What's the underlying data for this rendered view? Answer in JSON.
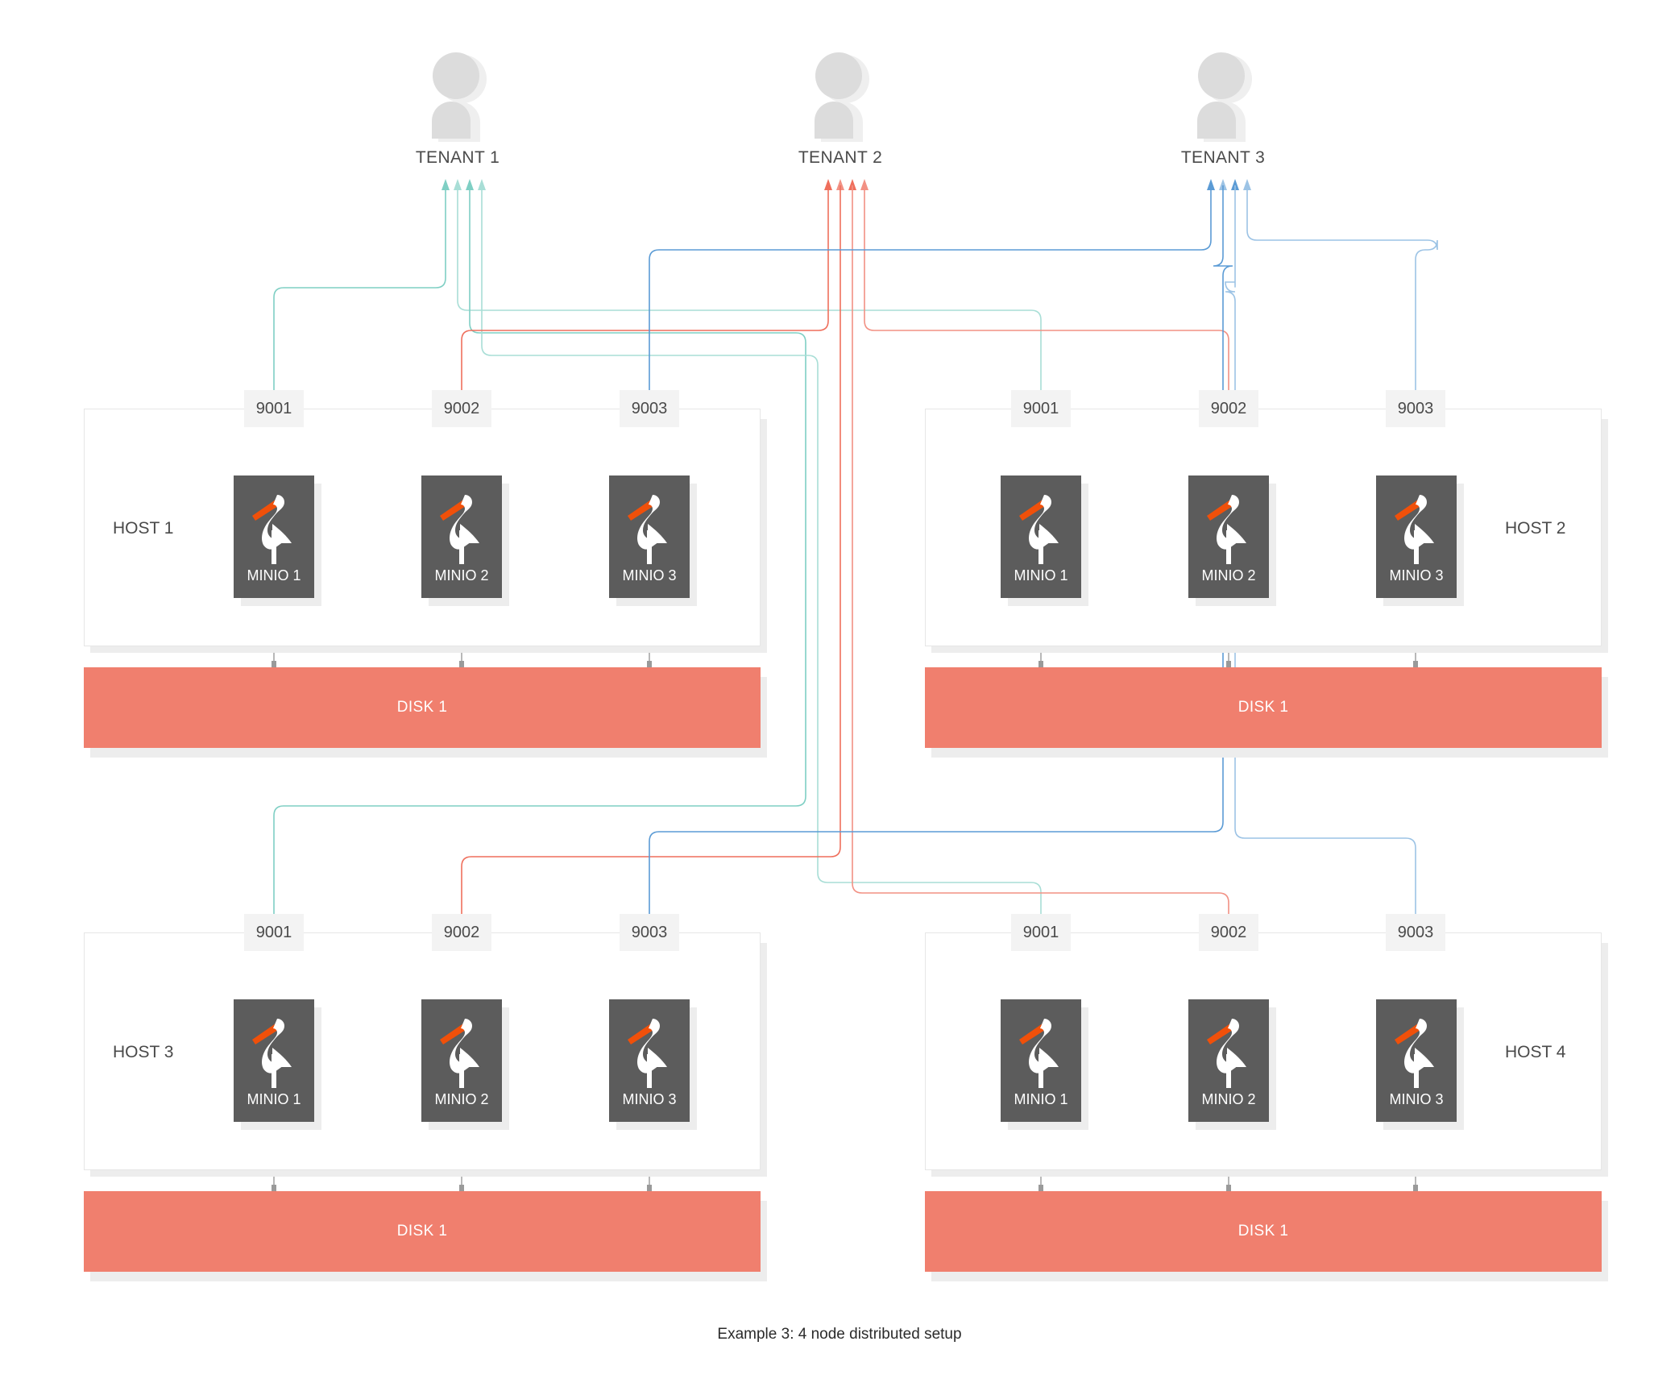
{
  "caption": "Example 3: 4 node distributed setup",
  "colors": {
    "tenant1": "#7fcfc4",
    "tenant1_alt": "#a8ded6",
    "tenant2": "#ef6f5c",
    "tenant2_alt": "#f29184",
    "tenant3": "#5b9bd5",
    "tenant3_alt": "#9cc3e5",
    "node_bg": "#5c5c5c",
    "disk_bg": "#f07f6e",
    "port_bg": "#f3f3f3",
    "shadow": "#ededed",
    "person": "#dcdcdc",
    "beak": "#f0500a",
    "disk_to_node_line": "#9a9a9a"
  },
  "tenants": [
    {
      "label": "TENANT 1",
      "icon": "person-icon",
      "color": "#7fcfc4"
    },
    {
      "label": "TENANT 2",
      "icon": "person-icon",
      "color": "#ef6f5c"
    },
    {
      "label": "TENANT 3",
      "icon": "person-icon",
      "color": "#5b9bd5"
    }
  ],
  "hosts": [
    {
      "label": "HOST 1",
      "label_side": "left",
      "disk": "DISK 1",
      "nodes": [
        {
          "port": "9001",
          "label": "MINIO 1",
          "logo": "minio-flamingo-icon",
          "tenant": "TENANT 1"
        },
        {
          "port": "9002",
          "label": "MINIO 2",
          "logo": "minio-flamingo-icon",
          "tenant": "TENANT 2"
        },
        {
          "port": "9003",
          "label": "MINIO 3",
          "logo": "minio-flamingo-icon",
          "tenant": "TENANT 3"
        }
      ]
    },
    {
      "label": "HOST 2",
      "label_side": "right",
      "disk": "DISK 1",
      "nodes": [
        {
          "port": "9001",
          "label": "MINIO 1",
          "logo": "minio-flamingo-icon",
          "tenant": "TENANT 1"
        },
        {
          "port": "9002",
          "label": "MINIO 2",
          "logo": "minio-flamingo-icon",
          "tenant": "TENANT 2"
        },
        {
          "port": "9003",
          "label": "MINIO 3",
          "logo": "minio-flamingo-icon",
          "tenant": "TENANT 3"
        }
      ]
    },
    {
      "label": "HOST 3",
      "label_side": "left",
      "disk": "DISK 1",
      "nodes": [
        {
          "port": "9001",
          "label": "MINIO 1",
          "logo": "minio-flamingo-icon",
          "tenant": "TENANT 1"
        },
        {
          "port": "9002",
          "label": "MINIO 2",
          "logo": "minio-flamingo-icon",
          "tenant": "TENANT 2"
        },
        {
          "port": "9003",
          "label": "MINIO 3",
          "logo": "minio-flamingo-icon",
          "tenant": "TENANT 3"
        }
      ]
    },
    {
      "label": "HOST 4",
      "label_side": "right",
      "disk": "DISK 1",
      "nodes": [
        {
          "port": "9001",
          "label": "MINIO 1",
          "logo": "minio-flamingo-icon",
          "tenant": "TENANT 1"
        },
        {
          "port": "9002",
          "label": "MINIO 2",
          "logo": "minio-flamingo-icon",
          "tenant": "TENANT 2"
        },
        {
          "port": "9003",
          "label": "MINIO 3",
          "logo": "minio-flamingo-icon",
          "tenant": "TENANT 3"
        }
      ]
    }
  ]
}
